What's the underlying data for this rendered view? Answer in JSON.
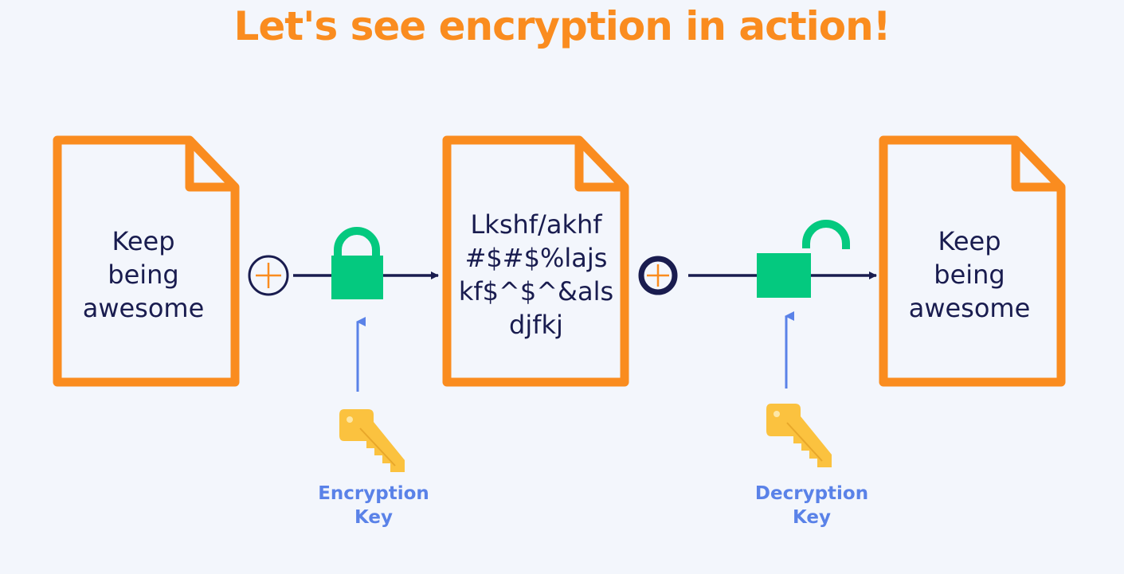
{
  "title": "Let's see encryption in action!",
  "documents": {
    "plaintext": {
      "lines": [
        "Keep",
        "being",
        "awesome"
      ]
    },
    "ciphertext": {
      "lines": [
        "Lkshf/akhf",
        "#$#$%lajs",
        "kf$^$^&als",
        "djfkj"
      ]
    },
    "decrypted": {
      "lines": [
        "Keep",
        "being",
        "awesome"
      ]
    }
  },
  "keys": {
    "encryption": {
      "lines": [
        "Encryption",
        "Key"
      ],
      "icon": "key-icon"
    },
    "decryption": {
      "lines": [
        "Decryption",
        "Key"
      ],
      "icon": "key-icon"
    }
  },
  "icons": {
    "encrypt_lock": "locked-padlock-icon",
    "decrypt_lock": "unlocked-padlock-icon",
    "plus_operator": "xor-plus-icon"
  },
  "colors": {
    "accent_orange": "#fa8c1f",
    "lock_green": "#04c97f",
    "navy": "#191c4f",
    "key_blue": "#5a82e8",
    "key_yellow": "#fbc23f",
    "background": "#f3f6fc"
  }
}
